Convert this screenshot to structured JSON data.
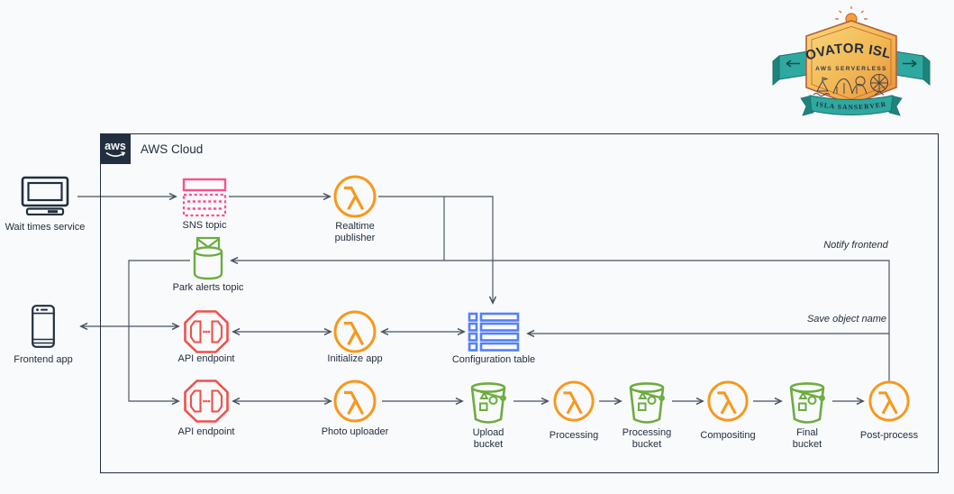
{
  "badge": {
    "title": "INNOVATOR ISLAND",
    "subtitle": "AWS SERVERLESS",
    "ribbon": "ISLA SANSERVER"
  },
  "cloud": {
    "label": "AWS Cloud",
    "aws_logo_text": "aws"
  },
  "external": {
    "wait_times_label": "Wait times service",
    "frontend_label": "Frontend app"
  },
  "nodes": {
    "sns_topic": "SNS topic",
    "realtime_publisher": "Realtime publisher",
    "park_alerts_topic": "Park alerts topic",
    "api_endpoint_1": "API endpoint",
    "initialize_app": "Initialize app",
    "configuration_table": "Configuration table",
    "api_endpoint_2": "API endpoint",
    "photo_uploader": "Photo uploader",
    "upload_bucket": "Upload bucket",
    "processing": "Processing",
    "processing_bucket": "Processing bucket",
    "compositing": "Compositing",
    "final_bucket": "Final bucket",
    "post_process": "Post-process"
  },
  "annotations": {
    "notify_frontend": "Notify frontend",
    "save_object_name": "Save object name"
  },
  "icons": {
    "wait_times": "desktop-monitor-icon",
    "frontend": "mobile-phone-icon",
    "sns_topic": "sns-topic-icon",
    "park_alerts": "sns-topic-resource-icon",
    "lambda": "lambda-function-icon",
    "api": "api-gateway-endpoint-icon",
    "table": "dynamodb-table-icon",
    "bucket": "s3-bucket-icon",
    "aws": "aws-smile-logo-icon"
  },
  "colors": {
    "navy": "#232f3e",
    "wire": "#46525f",
    "lambda_orange": "#f7981d",
    "bucket_green": "#6cac40",
    "sns_pink": "#ff4f8b",
    "table_blue": "#527fff",
    "api_red": "#f0504b",
    "badge_teal": "#2fa8a0",
    "badge_gold": "#f6cf6a",
    "badge_orange": "#ec9a3c",
    "background": "#f9fafb"
  }
}
